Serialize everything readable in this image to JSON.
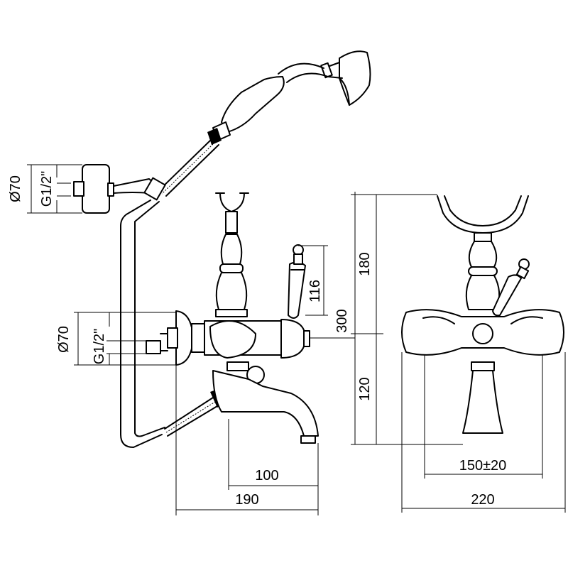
{
  "dimensions": {
    "top_diameter": "Ø70",
    "top_thread": "G1/2\"",
    "mid_diameter": "Ø70",
    "mid_thread": "G1/2\"",
    "lever_height": "116",
    "total_height": "300",
    "spout_projection": "100",
    "total_depth": "190",
    "front_upper": "180",
    "front_lower": "120",
    "centers": "150±20",
    "front_width": "220"
  }
}
